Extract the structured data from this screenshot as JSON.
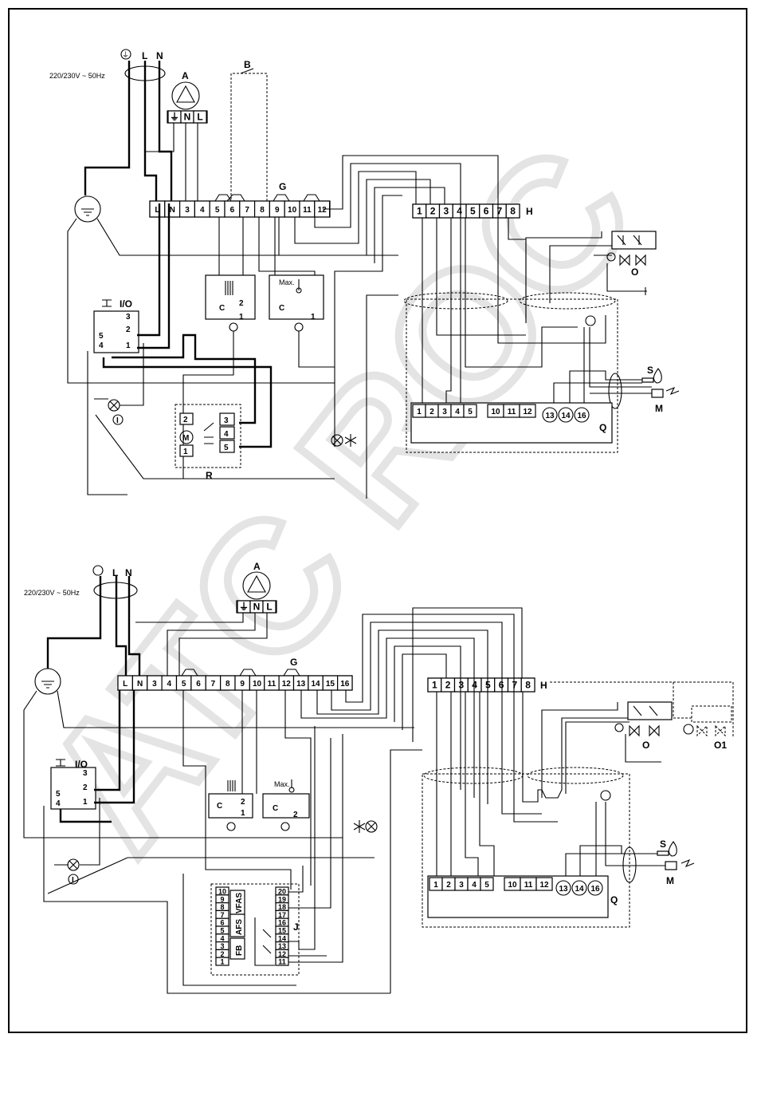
{
  "watermark": "ATC ROC",
  "top": {
    "supply": "220/230V ~ 50Hz",
    "earth_symbol": "⏚",
    "L": "L",
    "N": "N",
    "pump_label": "A",
    "pump_terms": [
      "⏚",
      "N",
      "L"
    ],
    "switch_B": "B",
    "block_G_label": "G",
    "block_G_terms": [
      "L",
      "N",
      "3",
      "4",
      "5",
      "6",
      "7",
      "8",
      "9",
      "10",
      "11",
      "12"
    ],
    "block_H_label": "H",
    "block_H_terms": [
      "1",
      "2",
      "3",
      "4",
      "5",
      "6",
      "7",
      "8"
    ],
    "io_label": "I/O",
    "io_terms": [
      "3",
      "2",
      "1",
      "5",
      "4"
    ],
    "lamp_I": "I",
    "thermostat1_C": "C",
    "thermostat1_2": "2",
    "thermostat1_1": "1",
    "thermostat2_max": "Max.",
    "thermostat2_C": "C",
    "thermostat2_1": "1",
    "valve_O": "O",
    "sensor_S": "S",
    "electrode_M": "M",
    "block_Q_label": "Q",
    "block_Q_terms": [
      "1",
      "2",
      "3",
      "4",
      "5",
      "10",
      "11",
      "12",
      "13",
      "14",
      "16"
    ],
    "module_R": "R",
    "module_R_terms_left": [
      "2",
      "M",
      "1"
    ],
    "module_R_terms_right": [
      "3",
      "4",
      "5"
    ]
  },
  "bottom": {
    "supply": "220/230V ~ 50Hz",
    "L": "L",
    "N": "N",
    "pump_label": "A",
    "pump_terms": [
      "⏚",
      "N",
      "L"
    ],
    "block_G_label": "G",
    "block_G_terms": [
      "L",
      "N",
      "3",
      "4",
      "5",
      "6",
      "7",
      "8",
      "9",
      "10",
      "11",
      "12",
      "13",
      "14",
      "15",
      "16"
    ],
    "block_H_label": "H",
    "block_H_terms": [
      "1",
      "2",
      "3",
      "4",
      "5",
      "6",
      "7",
      "8"
    ],
    "io_label": "I/O",
    "io_terms": [
      "3",
      "2",
      "1",
      "5",
      "4"
    ],
    "lamp_I": "I",
    "thermostat1_C": "C",
    "thermostat1_2": "2",
    "thermostat1_1": "1",
    "thermostat2_max": "Max.",
    "thermostat2_C": "C",
    "thermostat2_2": "2",
    "valve_O": "O",
    "valve_O1": "O1",
    "sensor_S": "S",
    "electrode_M": "M",
    "block_Q_label": "Q",
    "block_Q_terms": [
      "1",
      "2",
      "3",
      "4",
      "5",
      "10",
      "11",
      "12",
      "13",
      "14",
      "16"
    ],
    "module_J": "J",
    "module_J_left": [
      "10",
      "9",
      "8",
      "7",
      "6",
      "5",
      "4",
      "3",
      "2",
      "1"
    ],
    "module_J_right": [
      "20",
      "19",
      "18",
      "17",
      "16",
      "15",
      "14",
      "13",
      "12",
      "11"
    ],
    "module_J_tags": [
      "VFAS",
      "AFS",
      "FB"
    ]
  }
}
